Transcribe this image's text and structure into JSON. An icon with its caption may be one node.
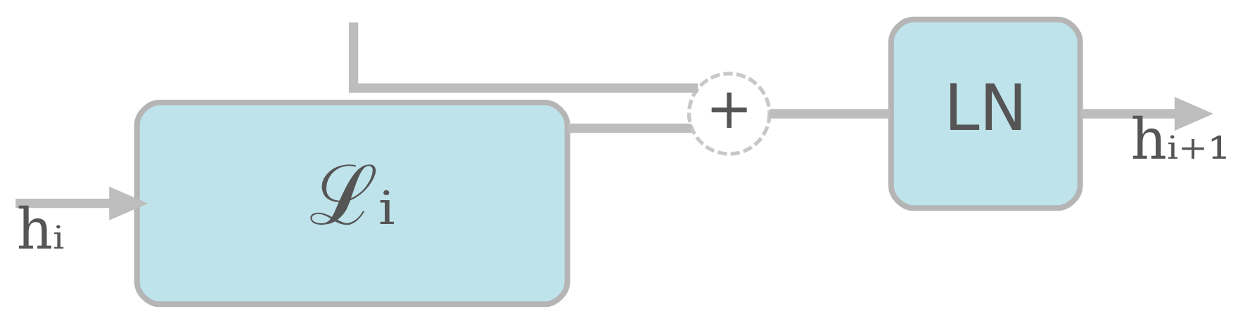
{
  "diagram": {
    "nodes": [
      {
        "text": [
          "ℒᵢ"
        ]
      },
      {
        "text": [
          "+"
        ]
      },
      {
        "text": [
          "LN"
        ]
      }
    ],
    "edges": [
      {
        "from": null,
        "to": 0,
        "arrow": "to",
        "label": "hᵢ"
      },
      {
        "from": null,
        "to": 1,
        "arrow": "none"
      },
      {
        "from": 0,
        "to": 1,
        "arrow": "none"
      },
      {
        "from": 1,
        "to": 2,
        "arrow": "none"
      },
      {
        "from": 2,
        "to": null,
        "arrow": "to",
        "label": "hᵢ₊₁"
      }
    ]
  }
}
